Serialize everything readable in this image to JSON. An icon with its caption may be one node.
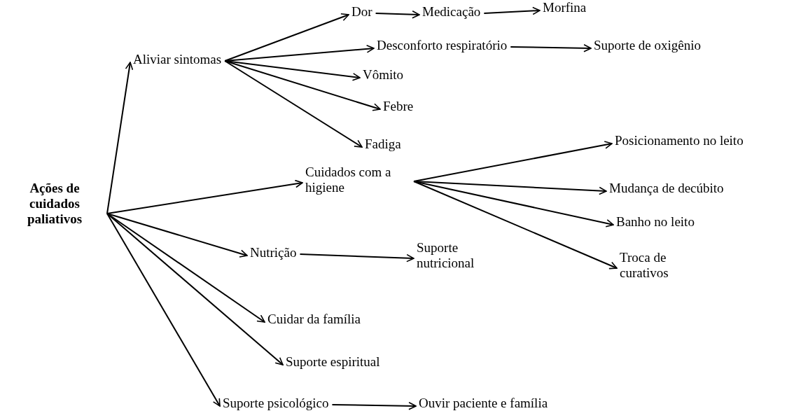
{
  "diagram": {
    "nodes": [
      {
        "text": [
          "Ações de cuidados paliativos"
        ]
      },
      {
        "text": [
          "Aliviar sintomas"
        ]
      },
      {
        "text": [
          "Dor"
        ]
      },
      {
        "text": [
          "Medicação"
        ]
      },
      {
        "text": [
          "Morfina"
        ]
      },
      {
        "text": [
          "Desconforto respiratório"
        ]
      },
      {
        "text": [
          "Suporte de oxigênio"
        ]
      },
      {
        "text": [
          "Vômito"
        ]
      },
      {
        "text": [
          "Febre"
        ]
      },
      {
        "text": [
          "Fadiga"
        ]
      },
      {
        "text": [
          "Cuidados com a higiene"
        ]
      },
      {
        "text": [
          "Posicionamento no leito"
        ]
      },
      {
        "text": [
          "Mudança de decúbito"
        ]
      },
      {
        "text": [
          "Banho no leito"
        ]
      },
      {
        "text": [
          "Troca de curativos"
        ]
      },
      {
        "text": [
          "Nutrição"
        ]
      },
      {
        "text": [
          "Suporte nutricional"
        ]
      },
      {
        "text": [
          "Cuidar da família"
        ]
      },
      {
        "text": [
          "Suporte espiritual"
        ]
      },
      {
        "text": [
          "Suporte psicológico"
        ]
      },
      {
        "text": [
          "Ouvir paciente e família"
        ]
      }
    ],
    "edges": [
      {
        "from": 0,
        "to": 1,
        "arrow": "to"
      },
      {
        "from": 0,
        "to": 10,
        "arrow": "to"
      },
      {
        "from": 0,
        "to": 15,
        "arrow": "to"
      },
      {
        "from": 0,
        "to": 17,
        "arrow": "to"
      },
      {
        "from": 0,
        "to": 18,
        "arrow": "to"
      },
      {
        "from": 0,
        "to": 19,
        "arrow": "to"
      },
      {
        "from": 1,
        "to": 2,
        "arrow": "to"
      },
      {
        "from": 1,
        "to": 5,
        "arrow": "to"
      },
      {
        "from": 1,
        "to": 7,
        "arrow": "to"
      },
      {
        "from": 1,
        "to": 8,
        "arrow": "to"
      },
      {
        "from": 1,
        "to": 9,
        "arrow": "to"
      },
      {
        "from": 2,
        "to": 3,
        "arrow": "to"
      },
      {
        "from": 3,
        "to": 4,
        "arrow": "to"
      },
      {
        "from": 5,
        "to": 6,
        "arrow": "to"
      },
      {
        "from": 10,
        "to": 11,
        "arrow": "to"
      },
      {
        "from": 10,
        "to": 12,
        "arrow": "to"
      },
      {
        "from": 10,
        "to": 13,
        "arrow": "to"
      },
      {
        "from": 10,
        "to": 14,
        "arrow": "to"
      },
      {
        "from": 15,
        "to": 16,
        "arrow": "to"
      },
      {
        "from": 19,
        "to": 20,
        "arrow": "to"
      }
    ]
  }
}
